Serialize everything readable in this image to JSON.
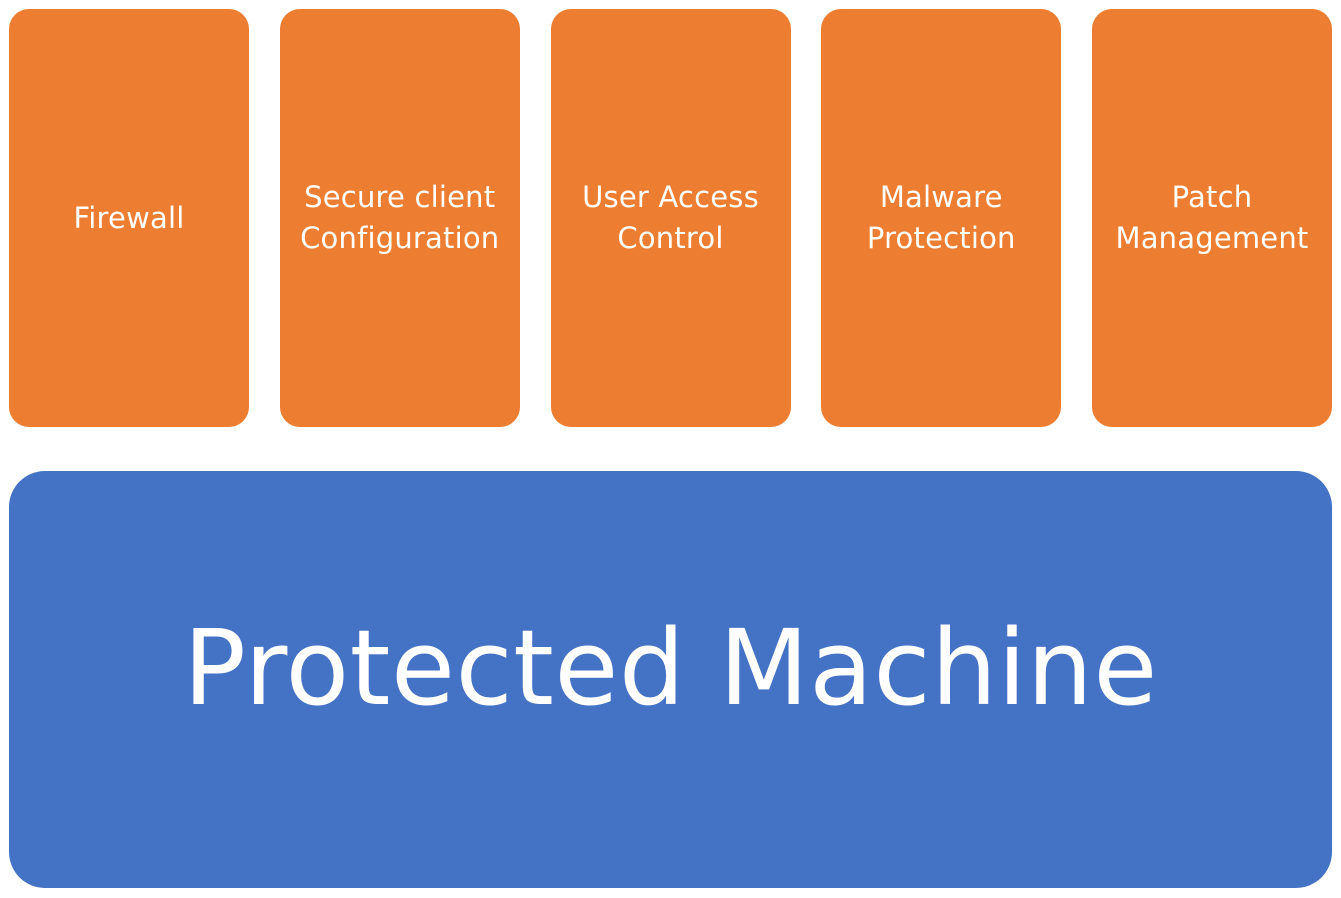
{
  "diagram": {
    "layers": [
      {
        "label": "Firewall"
      },
      {
        "label": "Secure client\nConfiguration"
      },
      {
        "label": "User Access\nControl"
      },
      {
        "label": "Malware\nProtection"
      },
      {
        "label": "Patch\nManagement"
      }
    ],
    "base": {
      "label": "Protected Machine"
    },
    "colors": {
      "layer_fill": "#ED7D31",
      "base_fill": "#4472C4",
      "text": "#FFFFFF",
      "background": "#FFFFFF"
    }
  }
}
